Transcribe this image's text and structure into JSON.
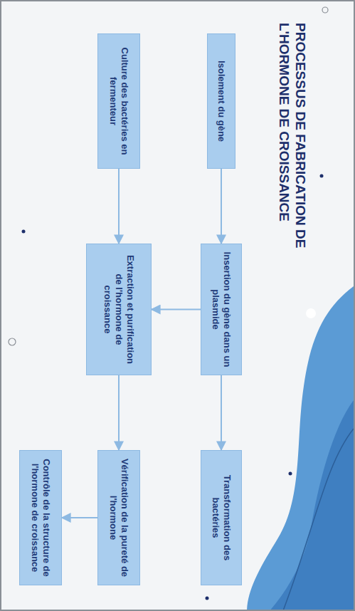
{
  "diagram": {
    "title": "PROCESSUS DE FABRICATION DE L'HORMONE DE CROISSANCE",
    "nodes": [
      {
        "text": [
          "Isolement du gène"
        ]
      },
      {
        "text": [
          "Insertion du gène dans un plasmide"
        ]
      },
      {
        "text": [
          "Transformation des bactéries"
        ]
      },
      {
        "text": [
          "Culture des bactéries en fermenteur"
        ]
      },
      {
        "text": [
          "Extraction et purification de l'hormone de croissance"
        ]
      },
      {
        "text": [
          "Vérification de la pureté de l'hormone"
        ]
      },
      {
        "text": [
          "Contrôle de la structure de l'hormone de croissance"
        ]
      }
    ],
    "edges": [
      {
        "from": 0,
        "to": 1,
        "arrow": "to"
      },
      {
        "from": 1,
        "to": 2,
        "arrow": "to"
      },
      {
        "from": 1,
        "to": 4,
        "arrow": "to"
      },
      {
        "from": 3,
        "to": 4,
        "arrow": "to"
      },
      {
        "from": 4,
        "to": 5,
        "arrow": "to"
      },
      {
        "from": 5,
        "to": 6,
        "arrow": "to"
      }
    ]
  }
}
